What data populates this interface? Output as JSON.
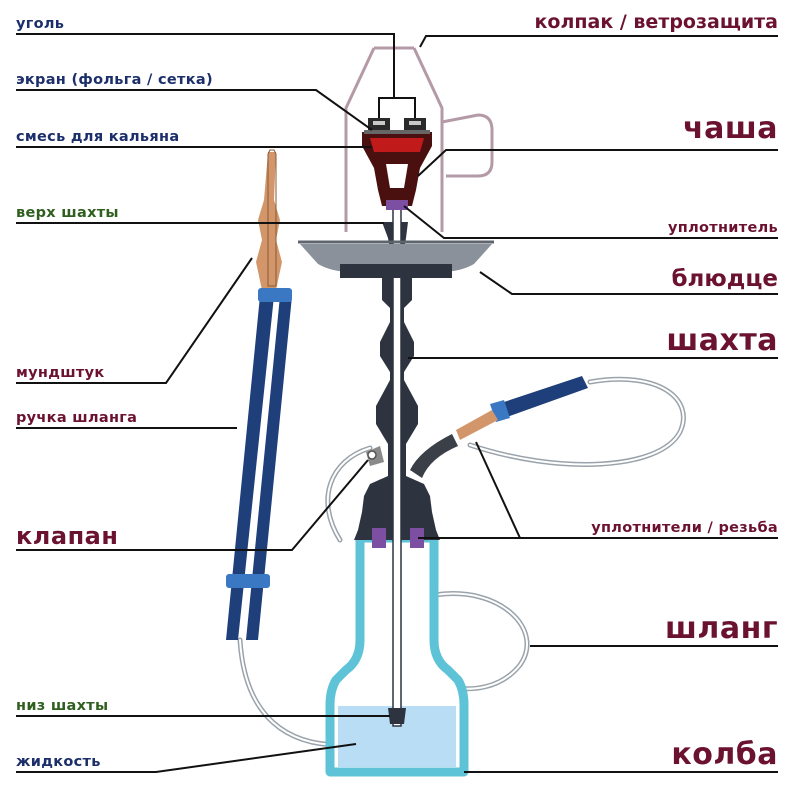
{
  "labels": {
    "coal": "уголь",
    "screen": "экран (фольга / сетка)",
    "tobacco": "смесь для кальяна",
    "stem_top": "верх шахты",
    "mouthpiece": "мундштук",
    "handle": "ручка шланга",
    "valve": "клапан",
    "stem_bottom": "низ шахты",
    "liquid": "жидкость",
    "windcover": "колпак / ветрозащита",
    "bowl": "чаша",
    "grommet": "уплотнитель",
    "tray": "блюдце",
    "stem": "шахта",
    "seals": "уплотнители / резьба",
    "hose": "шланг",
    "base": "колба"
  },
  "colors": {
    "small_label": "#1c2f6b",
    "small_label_alt": "#2f5f1e",
    "small_label_red": "#6b1230",
    "large_label": "#6b1230",
    "glass": "#5fc3d8",
    "water": "#b9ddf4",
    "body": "#2d3440",
    "hose_handle": "#1f3f7a",
    "hose_cuff": "#3b78c4",
    "tip": "#d2966a",
    "wind_cover": "#b49aa6",
    "bowl": "#4a1010",
    "tobacco": "#c01a1a",
    "seal": "#7d4fa3",
    "tray": "#8a919a"
  }
}
